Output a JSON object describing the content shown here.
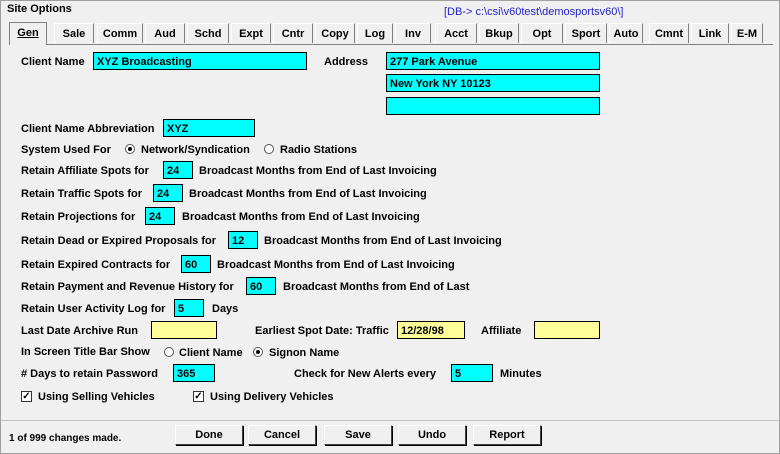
{
  "window": {
    "title": "Site Options",
    "db_path": "[DB-> c:\\csi\\v60test\\demosportsv60\\]"
  },
  "tabs": [
    "Gen",
    "Sale",
    "Comm",
    "Aud",
    "Schd",
    "Expt",
    "Cntr",
    "Copy",
    "Log",
    "Inv",
    "Acct",
    "Bkup",
    "Opt",
    "Sport",
    "Auto",
    "Cmnt",
    "Link",
    "E-M"
  ],
  "active_tab": "Gen",
  "client": {
    "name_label": "Client Name",
    "name_value": "XYZ Broadcasting",
    "address_label": "Address",
    "address_line1": "277 Park Avenue",
    "address_line2": "New York NY 10123",
    "address_line3": "",
    "abbrev_label": "Client Name Abbreviation",
    "abbrev_value": "XYZ"
  },
  "system_used": {
    "label": "System Used For",
    "option1": "Network/Syndication",
    "option2": "Radio Stations",
    "selected": "Network/Syndication"
  },
  "retain": {
    "affiliate_label": "Retain Affiliate Spots for",
    "affiliate_value": "24",
    "traffic_label": "Retain Traffic Spots for",
    "traffic_value": "24",
    "projections_label": "Retain Projections for",
    "projections_value": "24",
    "proposals_label": "Retain Dead or Expired Proposals for",
    "proposals_value": "12",
    "contracts_label": "Retain Expired Contracts for",
    "contracts_value": "60",
    "payment_label": "Retain Payment and Revenue History for",
    "payment_value": "60",
    "activity_label": "Retain User Activity Log for",
    "activity_value": "5",
    "suffix_months": "Broadcast Months from End of Last Invoicing",
    "suffix_months_short": "Broadcast Months from End of Last",
    "suffix_days": "Days"
  },
  "archive": {
    "last_label": "Last Date Archive Run",
    "last_value": "",
    "earliest_label": "Earliest Spot Date: Traffic",
    "earliest_value": "12/28/98",
    "affiliate_label": "Affiliate",
    "affiliate_value": ""
  },
  "title_bar": {
    "label": "In Screen Title Bar Show",
    "option1": "Client Name",
    "option2": "Signon Name",
    "selected": "Signon Name"
  },
  "password": {
    "label": "# Days to retain Password",
    "value": "365",
    "alerts_label": "Check for New Alerts every",
    "alerts_value": "5",
    "alerts_suffix": "Minutes"
  },
  "vehicles": {
    "selling_label": "Using Selling Vehicles",
    "selling_checked": true,
    "delivery_label": "Using Delivery Vehicles",
    "delivery_checked": true,
    "check_glyph": "✓"
  },
  "status_text": "1 of 999 changes made.",
  "buttons": {
    "done": "Done",
    "cancel": "Cancel",
    "save": "Save",
    "undo": "Undo",
    "report": "Report"
  },
  "colors": {
    "cyan_field": "#00ffff",
    "yellow_field": "#ffff99",
    "db_path_text": "#2222cc"
  }
}
